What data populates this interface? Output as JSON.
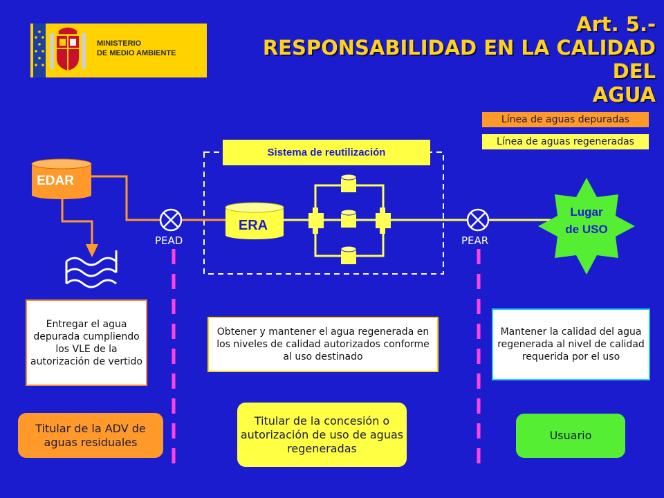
{
  "header": {
    "title_line1": "Art. 5.-",
    "title_line2": "RESPONSABILIDAD EN LA CALIDAD DEL",
    "title_line3": "AGUA"
  },
  "logo": {
    "line1": "MINISTERIO",
    "line2": "DE MEDIO AMBIENTE",
    "icon": "spanish-coat-of-arms-icon"
  },
  "legend": {
    "depuradas": "Línea de aguas depuradas",
    "regeneradas": "Línea de aguas regeneradas"
  },
  "system_label": "Sistema de reutilización",
  "nodes": {
    "edar": "EDAR",
    "era": "ERA",
    "lugar_line1": "Lugar",
    "lugar_line2": "de USO",
    "pead": "PEAD",
    "pear": "PEAR"
  },
  "notes": {
    "edar": "Entregar el agua depurada cumpliendo los VLE de la autorización de vertido",
    "era": "Obtener y mantener el agua regenerada en los niveles de calidad autorizados conforme al uso destinado",
    "uso": "Mantener la calidad del agua regenerada al nivel de calidad requerida por el uso"
  },
  "roles": {
    "adv": "Titular de la ADV de aguas residuales",
    "concesion": "Titular de la concesión o autorización de uso de aguas regeneradas",
    "usuario": "Usuario"
  },
  "colors": {
    "background": "#1c1ccf",
    "title": "#ffd21a",
    "depuradas_line": "#ff9a2a",
    "regeneradas_line": "#ffff55",
    "divider": "#ff44dd",
    "lugar": "#55ee33"
  }
}
